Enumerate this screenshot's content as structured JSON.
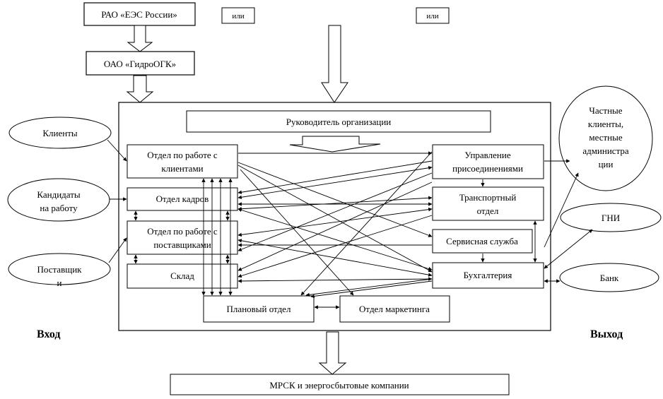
{
  "diagram": {
    "top_sources": {
      "rao": "РАО «ЕЭС России»",
      "ili_1": "или",
      "ili_2": "или",
      "gidro": "ОАО «ГидроОГК»"
    },
    "inputs": {
      "clients": "Клиенты",
      "candidates_1": "Кандидаты",
      "candidates_2": "на работу",
      "suppliers_1": "Поставщик",
      "suppliers_2": "и"
    },
    "organization": {
      "head": "Руководитель организации",
      "client_dept_1": "Отдел по работе с",
      "client_dept_2": "клиентами",
      "hr_dept": "Отдел кадров",
      "supplier_dept_1": "Отдел по работе с",
      "supplier_dept_2": "поставщиками",
      "warehouse": "Склад",
      "planning": "Плановый отдел",
      "marketing": "Отдел маркетинга",
      "connection_mgmt_1": "Управление",
      "connection_mgmt_2": "присоединениями",
      "transport_1": "Транспортный",
      "transport_2": "отдел",
      "service": "Сервисная служба",
      "accounting": "Бухгалтерия"
    },
    "outputs": {
      "private_1": "Частные",
      "private_2": "клиенты,",
      "private_3": "местные",
      "private_4": "администра",
      "private_5": "ции",
      "gni": "ГНИ",
      "bank": "Банк"
    },
    "bottom": {
      "mrsk": "МРСК и энергосбытовые компании"
    },
    "labels": {
      "input": "Вход",
      "output": "Выход"
    }
  }
}
